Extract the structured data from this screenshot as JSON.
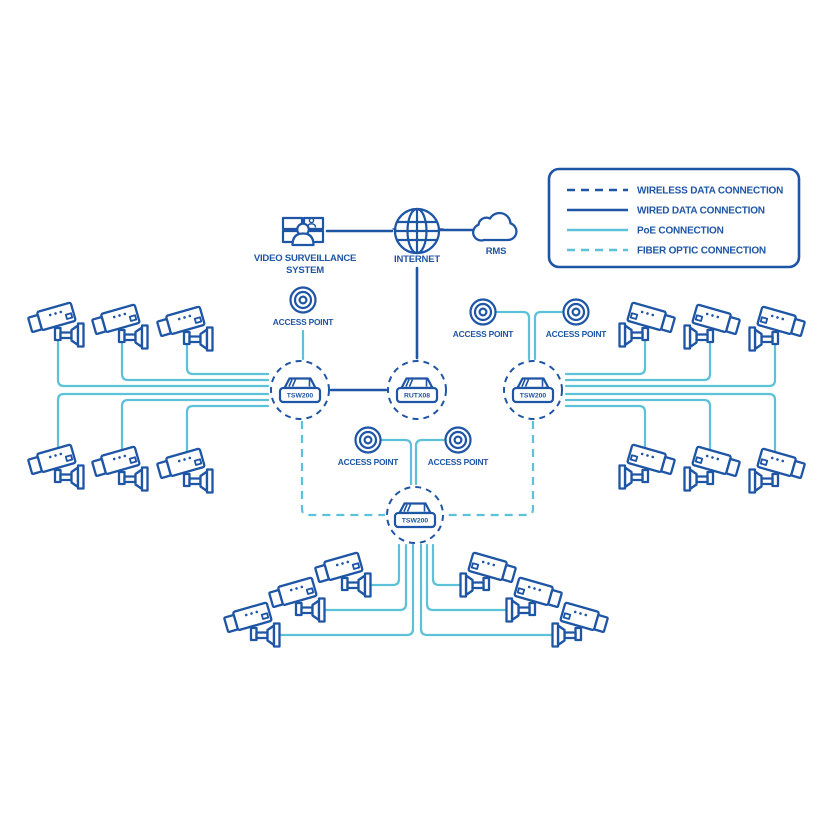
{
  "legend": {
    "items": [
      {
        "label": "WIRELESS DATA CONNECTION",
        "line_style": "dashed",
        "line_color": "#1E55A5"
      },
      {
        "label": "WIRED DATA CONNECTION",
        "line_style": "solid",
        "line_color": "#1E55A5"
      },
      {
        "label": "PoE CONNECTION",
        "line_style": "solid",
        "line_color": "#5CC1D9"
      },
      {
        "label": "FIBER OPTIC CONNECTION",
        "line_style": "dashed",
        "line_color": "#5CC1D9"
      }
    ]
  },
  "nodes": {
    "video_surveillance_system": {
      "label_line1": "VIDEO SURVEILLANCE",
      "label_line2": "SYSTEM"
    },
    "internet": {
      "label": "INTERNET"
    },
    "rms": {
      "label": "RMS"
    },
    "router": {
      "model": "RUTX08"
    },
    "switch_left": {
      "model": "TSW200"
    },
    "switch_right": {
      "model": "TSW200"
    },
    "switch_bottom": {
      "model": "TSW200"
    },
    "access_points": [
      {
        "label": "ACCESS POINT"
      },
      {
        "label": "ACCESS POINT"
      },
      {
        "label": "ACCESS POINT"
      },
      {
        "label": "ACCESS POINT"
      },
      {
        "label": "ACCESS POINT"
      }
    ]
  },
  "colors": {
    "dark_blue": "#1E55A5",
    "light_blue": "#5CC1D9",
    "background": "#FFFFFF"
  }
}
